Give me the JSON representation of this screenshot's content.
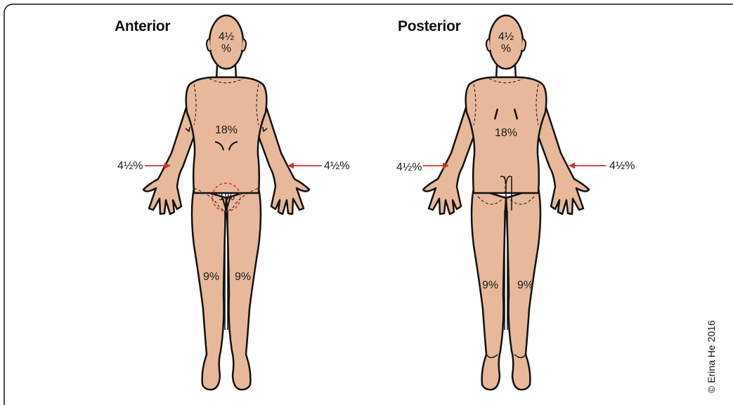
{
  "figure": {
    "anterior": {
      "title": "Anterior",
      "head": [
        "4½",
        "%"
      ],
      "trunk": "18%",
      "left_arm": "4½%",
      "right_arm": "4½%",
      "genitals": "1%",
      "left_leg": "9%",
      "right_leg": "9%"
    },
    "posterior": {
      "title": "Posterior",
      "head": [
        "4½",
        "%"
      ],
      "trunk": "18%",
      "left_arm": "4½%",
      "right_arm": "4½%",
      "left_leg": "9%",
      "right_leg": "9%"
    },
    "credit": "© Erina He 2016",
    "colors": {
      "skin": "#e8b89a",
      "outline": "#111111",
      "arrow": "#d0312d"
    }
  }
}
